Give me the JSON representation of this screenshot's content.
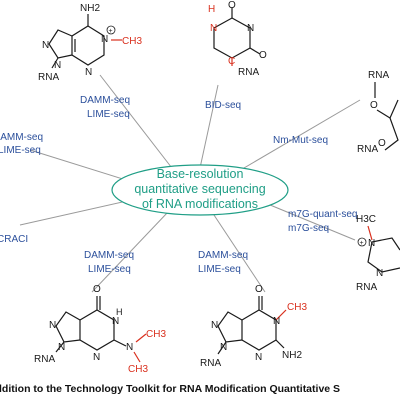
{
  "center": {
    "lines": [
      "Base-resolution",
      "quantitative sequencing",
      "of RNA modifications"
    ],
    "colors": {
      "text": "#1f9e86",
      "ellipse": "#1f9e86"
    }
  },
  "methods": {
    "top_left": [
      "DAMM-seq",
      "LIME-seq"
    ],
    "top": [
      "BID-seq"
    ],
    "right_upper": [
      "Nm-Mut-seq"
    ],
    "right_lower": [
      "m7G-quant-seq",
      "m7G-seq"
    ],
    "left_upper": [
      "DAMM-seq",
      "LIME-seq"
    ],
    "left_lower": [
      "CRACI"
    ],
    "bottom_left": [
      "DAMM-seq",
      "LIME-seq"
    ],
    "bottom_right": [
      "DAMM-seq",
      "LIME-seq"
    ],
    "color": "#2b4f9b"
  },
  "molecules": {
    "adenine": {
      "nh2": "NH2",
      "ch3": "CH3",
      "rna": "RNA",
      "plus": "+"
    },
    "uracil": {
      "h": "H",
      "rna": "RNA"
    },
    "ribose": {
      "rna_top": "RNA",
      "rna_bottom": "RNA"
    },
    "m7g": {
      "h3c": "H3C",
      "rna": "RNA",
      "plus": "+"
    },
    "guanine_n2": {
      "ch3_a": "CH3",
      "ch3_b": "CH3",
      "rna": "RNA"
    },
    "guanine_n1": {
      "ch3": "CH3",
      "nh2": "NH2",
      "rna": "RNA"
    },
    "highlight_color": "#d9301e"
  },
  "caption": "ldition to the Technology Toolkit for RNA Modification Quantitative S"
}
